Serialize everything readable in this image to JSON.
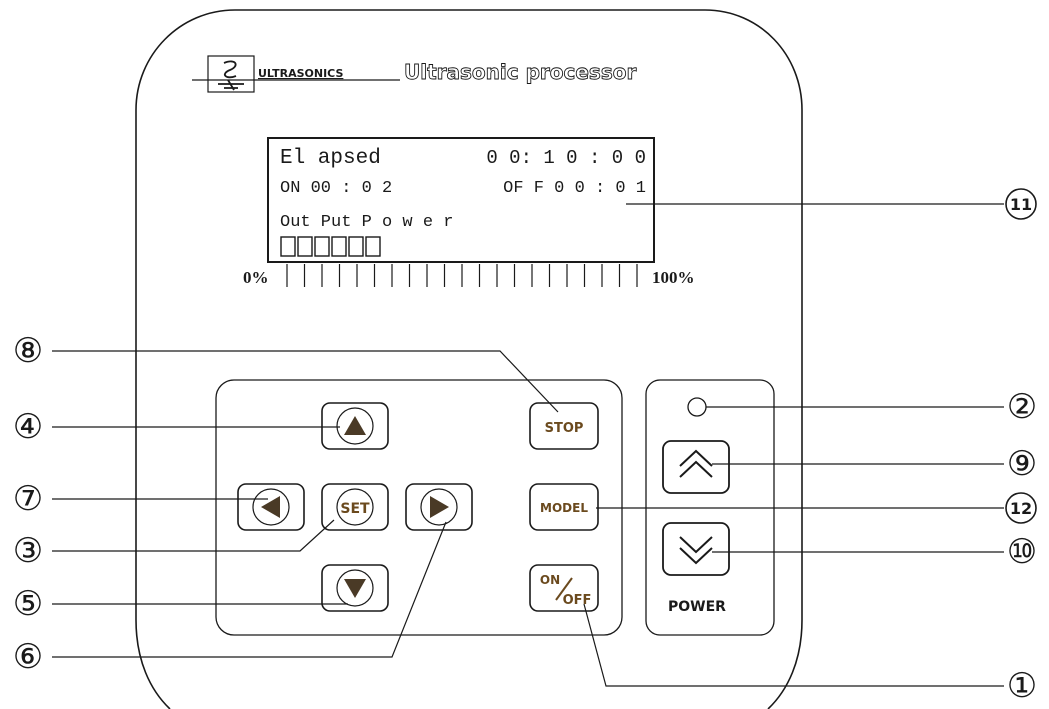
{
  "brand": {
    "small_text": "ULTRASONICS",
    "title": "Ultrasonic processor",
    "logo_icon": "wave-logo-icon"
  },
  "lcd": {
    "row1_label": "El apsed",
    "row1_value": "0 0: 1 0 : 0 0",
    "row2_on": "ON   00 : 0 2",
    "row2_off": "OF F  0 0 : 0 1",
    "row3_label": "Out  Put  P o w e r",
    "power_blocks": 6
  },
  "scale": {
    "min_label": "0%",
    "max_label": "100%"
  },
  "buttons": {
    "stop": "STOP",
    "model": "MODEL",
    "on": "ON",
    "off": "OFF",
    "set": "SET",
    "power_label": "POWER"
  },
  "callouts": {
    "c1": "①",
    "c2": "②",
    "c3": "③",
    "c4": "④",
    "c5": "⑤",
    "c6": "⑥",
    "c7": "⑦",
    "c8": "⑧",
    "c9": "⑨",
    "c10": "⑩",
    "c11": "11",
    "c12": "12"
  },
  "colors": {
    "button_text": "#6b4a1e",
    "arrow_fill": "#4a3a26",
    "line": "#1a1a1a"
  }
}
